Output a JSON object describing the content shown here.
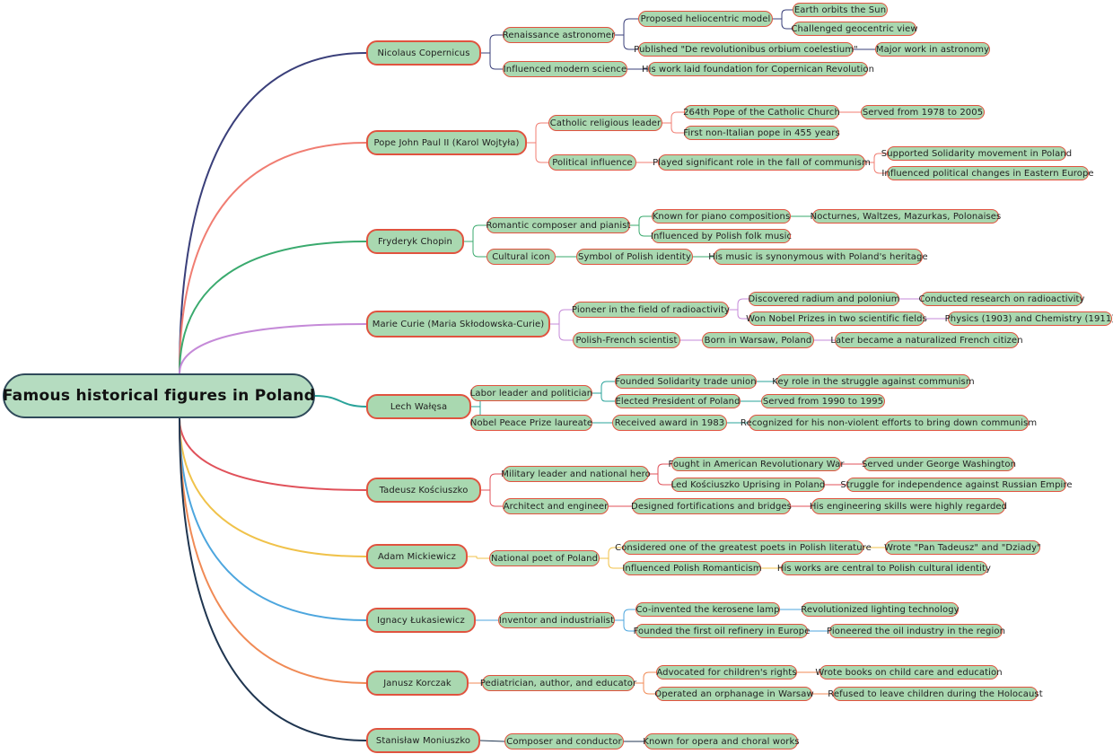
{
  "root": "Famous historical figures in Poland",
  "figures": [
    {
      "name": "Nicolaus Copernicus",
      "color": "#3a3f7a",
      "children": [
        {
          "text": "Renaissance astronomer",
          "children": [
            {
              "text": "Proposed heliocentric model",
              "children": [
                {
                  "text": "Earth orbits the Sun"
                },
                {
                  "text": "Challenged geocentric view"
                }
              ]
            },
            {
              "text": "Published \"De revolutionibus orbium coelestium\"",
              "children": [
                {
                  "text": "Major work in astronomy"
                }
              ]
            }
          ]
        },
        {
          "text": "Influenced modern science",
          "children": [
            {
              "text": "His work laid foundation for Copernican Revolution"
            }
          ]
        }
      ]
    },
    {
      "name": "Pope John Paul II (Karol Wojtyła)",
      "color": "#f07d72",
      "children": [
        {
          "text": "Catholic religious leader",
          "children": [
            {
              "text": "264th Pope of the Catholic Church",
              "children": [
                {
                  "text": "Served from 1978 to 2005"
                }
              ]
            },
            {
              "text": "First non-Italian pope in 455 years"
            }
          ]
        },
        {
          "text": "Political influence",
          "children": [
            {
              "text": "Played significant role in the fall of communism",
              "children": [
                {
                  "text": "Supported Solidarity movement in Poland"
                },
                {
                  "text": "Influenced political changes in Eastern Europe"
                }
              ]
            }
          ]
        }
      ]
    },
    {
      "name": "Fryderyk Chopin",
      "color": "#3aaa6e",
      "children": [
        {
          "text": "Romantic composer and pianist",
          "children": [
            {
              "text": "Known for piano compositions",
              "children": [
                {
                  "text": "Nocturnes, Waltzes, Mazurkas, Polonaises"
                }
              ]
            },
            {
              "text": "Influenced by Polish folk music"
            }
          ]
        },
        {
          "text": "Cultural icon",
          "children": [
            {
              "text": "Symbol of Polish identity",
              "children": [
                {
                  "text": "His music is synonymous with Poland's heritage"
                }
              ]
            }
          ]
        }
      ]
    },
    {
      "name": "Marie Curie (Maria Skłodowska-Curie)",
      "color": "#c58ad8",
      "children": [
        {
          "text": "Pioneer in the field of radioactivity",
          "children": [
            {
              "text": "Discovered radium and polonium",
              "children": [
                {
                  "text": "Conducted research on radioactivity"
                }
              ]
            },
            {
              "text": "Won Nobel Prizes in two scientific fields",
              "children": [
                {
                  "text": "Physics (1903) and Chemistry (1911)"
                }
              ]
            }
          ]
        },
        {
          "text": "Polish-French scientist",
          "children": [
            {
              "text": "Born in Warsaw, Poland",
              "children": [
                {
                  "text": "Later became a naturalized French citizen"
                }
              ]
            }
          ]
        }
      ]
    },
    {
      "name": "Lech Wałęsa",
      "color": "#2aa39a",
      "children": [
        {
          "text": "Labor leader and politician",
          "children": [
            {
              "text": "Founded Solidarity trade union",
              "children": [
                {
                  "text": "Key role in the struggle against communism"
                }
              ]
            },
            {
              "text": "Elected President of Poland",
              "children": [
                {
                  "text": "Served from 1990 to 1995"
                }
              ]
            }
          ]
        },
        {
          "text": "Nobel Peace Prize laureate",
          "children": [
            {
              "text": "Received award in 1983",
              "children": [
                {
                  "text": "Recognized for his non-violent efforts to bring down communism"
                }
              ]
            }
          ]
        }
      ]
    },
    {
      "name": "Tadeusz Kościuszko",
      "color": "#e0515a",
      "children": [
        {
          "text": "Military leader and national hero",
          "children": [
            {
              "text": "Fought in American Revolutionary War",
              "children": [
                {
                  "text": "Served under George Washington"
                }
              ]
            },
            {
              "text": "Led Kościuszko Uprising in Poland",
              "children": [
                {
                  "text": "Struggle for independence against Russian Empire"
                }
              ]
            }
          ]
        },
        {
          "text": "Architect and engineer",
          "children": [
            {
              "text": "Designed fortifications and bridges",
              "children": [
                {
                  "text": "His engineering skills were highly regarded"
                }
              ]
            }
          ]
        }
      ]
    },
    {
      "name": "Adam Mickiewicz",
      "color": "#f0c24a",
      "children": [
        {
          "text": "National poet of Poland",
          "children": [
            {
              "text": "Considered one of the greatest poets in Polish literature",
              "children": [
                {
                  "text": "Wrote \"Pan Tadeusz\" and \"Dziady\""
                }
              ]
            },
            {
              "text": "Influenced Polish Romanticism",
              "children": [
                {
                  "text": "His works are central to Polish cultural identity"
                }
              ]
            }
          ]
        }
      ]
    },
    {
      "name": "Ignacy Łukasiewicz",
      "color": "#4da6de",
      "children": [
        {
          "text": "Inventor and industrialist",
          "children": [
            {
              "text": "Co-invented the kerosene lamp",
              "children": [
                {
                  "text": "Revolutionized lighting technology"
                }
              ]
            },
            {
              "text": "Founded the first oil refinery in Europe",
              "children": [
                {
                  "text": "Pioneered the oil industry in the region"
                }
              ]
            }
          ]
        }
      ]
    },
    {
      "name": "Janusz Korczak",
      "color": "#f08a55",
      "children": [
        {
          "text": "Pediatrician, author, and educator",
          "children": [
            {
              "text": "Advocated for children's rights",
              "children": [
                {
                  "text": "Wrote books on child care and education"
                }
              ]
            },
            {
              "text": "Operated an orphanage in Warsaw",
              "children": [
                {
                  "text": "Refused to leave children during the Holocaust"
                }
              ]
            }
          ]
        }
      ]
    },
    {
      "name": "Stanisław Moniuszko",
      "color": "#1f3550",
      "children": [
        {
          "text": "Composer and conductor",
          "children": [
            {
              "text": "Known for opera and choral works"
            }
          ]
        }
      ]
    }
  ]
}
